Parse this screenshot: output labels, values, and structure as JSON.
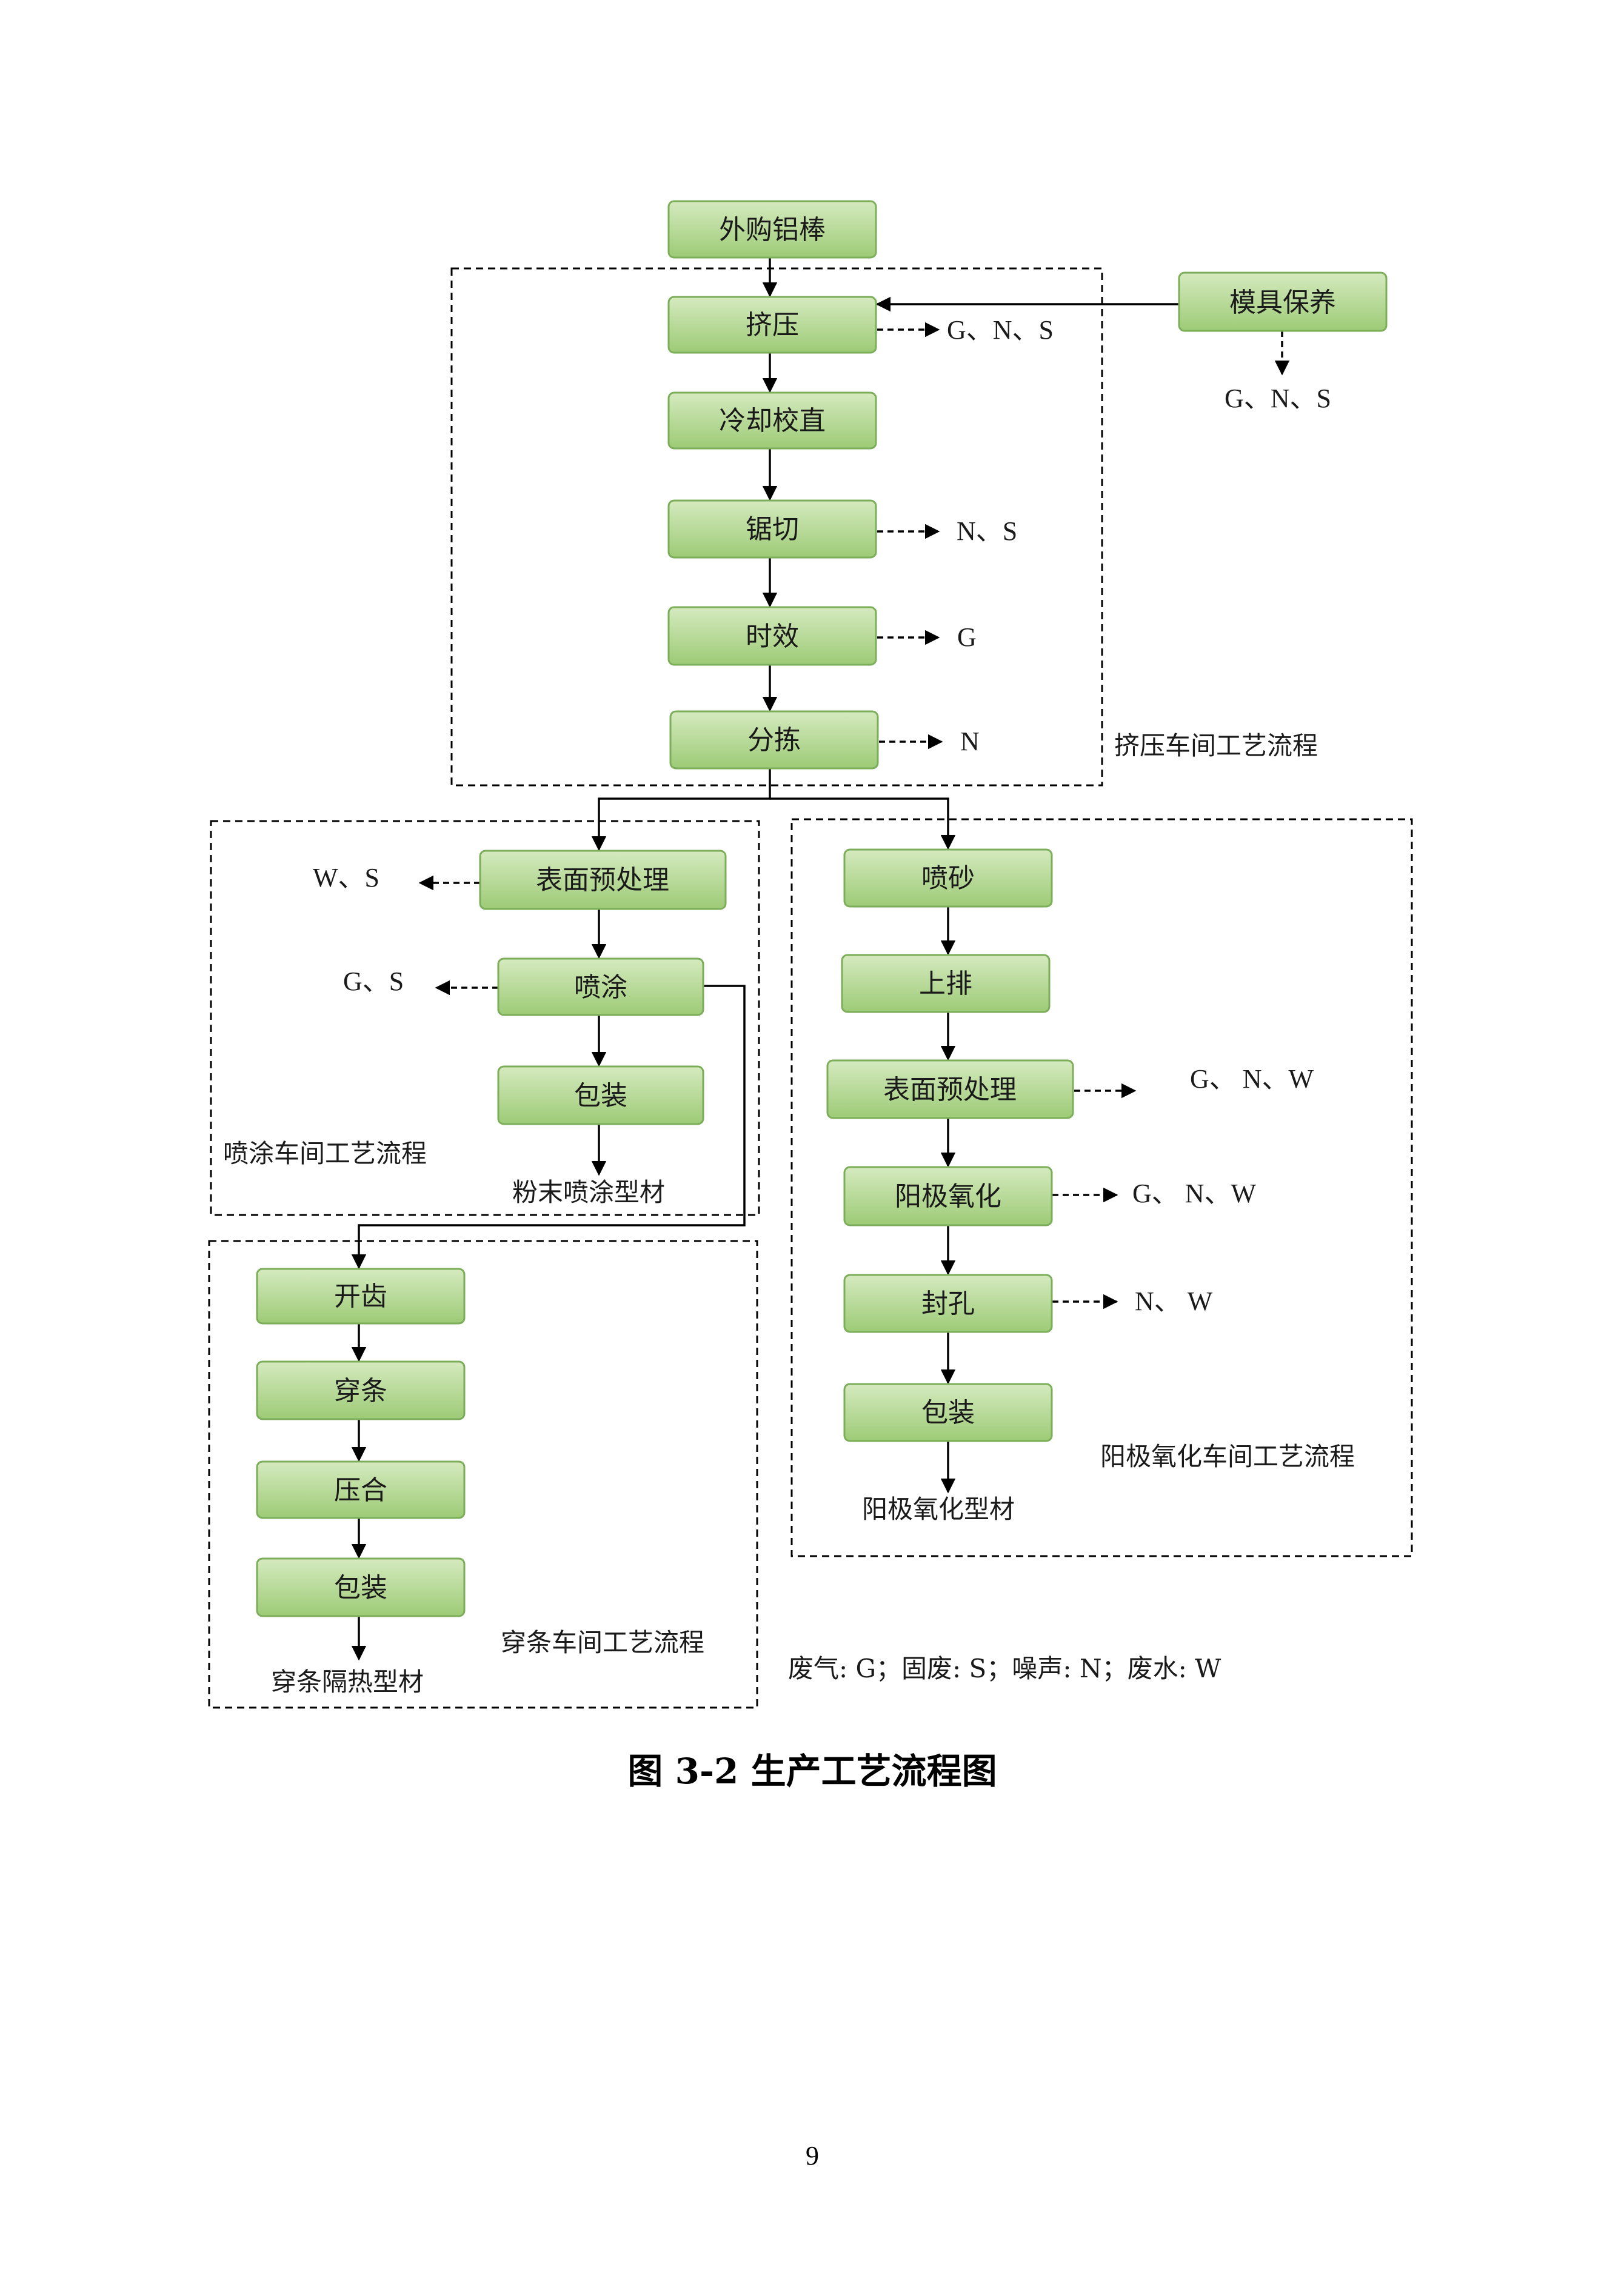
{
  "nodes": {
    "aluminum_rod": "外购铝棒",
    "extrusion": "挤压",
    "mold_maintenance": "模具保养",
    "cooling": "冷却校直",
    "sawing": "锯切",
    "aging": "时效",
    "sorting": "分拣",
    "spray_pretreat": "表面预处理",
    "spraying": "喷涂",
    "spray_package": "包装",
    "sandblast": "喷砂",
    "racking": "上排",
    "anod_pretreat": "表面预处理",
    "anodizing": "阳极氧化",
    "sealing": "封孔",
    "anod_package": "包装",
    "knurling": "开齿",
    "threading": "穿条",
    "pressing": "压合",
    "thermal_package": "包装"
  },
  "outputs": {
    "extrusion": "G、N、S",
    "mold_maintenance": "G、N、S",
    "sawing": "N、S",
    "aging": "G",
    "sorting": "N",
    "spray_pretreat": "W、S",
    "spraying": "G、S",
    "anod_pretreat": "G、 N、W",
    "anodizing": "G、 N、W",
    "sealing": "N、 W"
  },
  "areas": {
    "extrusion": "挤压车间工艺流程",
    "spraying": "喷涂车间工艺流程",
    "anodizing": "阳极氧化车间工艺流程",
    "thermal": "穿条车间工艺流程"
  },
  "products": {
    "powder": "粉末喷涂型材",
    "anodized": "阳极氧化型材",
    "thermal": "穿条隔热型材"
  },
  "legend": "废气: G；固废: S；噪声: N；废水: W",
  "caption": "图 3-2  生产工艺流程图",
  "page_number": "9",
  "colors": {
    "box_fill_top": "#d5eabf",
    "box_fill_bottom": "#9dcb76",
    "box_border": "#7cae5a"
  }
}
